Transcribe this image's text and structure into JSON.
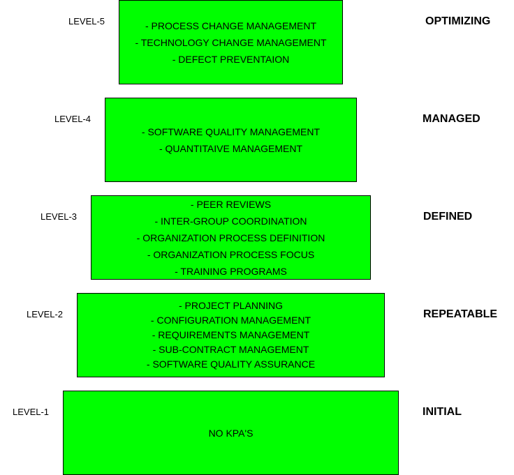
{
  "colors": {
    "box_fill": "#00ff00",
    "box_border": "#000000",
    "text": "#000000"
  },
  "levels": [
    {
      "level_label": "LEVEL-5",
      "maturity_name": "OPTIMIZING",
      "kpas": [
        "- PROCESS CHANGE MANAGEMENT",
        "- TECHNOLOGY CHANGE MANAGEMENT",
        "- DEFECT PREVENTAION"
      ]
    },
    {
      "level_label": "LEVEL-4",
      "maturity_name": "MANAGED",
      "kpas": [
        "- SOFTWARE QUALITY MANAGEMENT",
        "- QUANTITAIVE MANAGEMENT"
      ]
    },
    {
      "level_label": "LEVEL-3",
      "maturity_name": "DEFINED",
      "kpas": [
        "- PEER REVIEWS",
        "- INTER-GROUP COORDINATION",
        "- ORGANIZATION PROCESS DEFINITION",
        "- ORGANIZATION PROCESS FOCUS",
        "- TRAINING PROGRAMS"
      ]
    },
    {
      "level_label": "LEVEL-2",
      "maturity_name": "REPEATABLE",
      "kpas": [
        "- PROJECT PLANNING",
        "- CONFIGURATION MANAGEMENT",
        "- REQUIREMENTS MANAGEMENT",
        "- SUB-CONTRACT MANAGEMENT",
        "- SOFTWARE QUALITY ASSURANCE"
      ]
    },
    {
      "level_label": "LEVEL-1",
      "maturity_name": "INITIAL",
      "kpas": [
        "NO KPA'S"
      ]
    }
  ]
}
